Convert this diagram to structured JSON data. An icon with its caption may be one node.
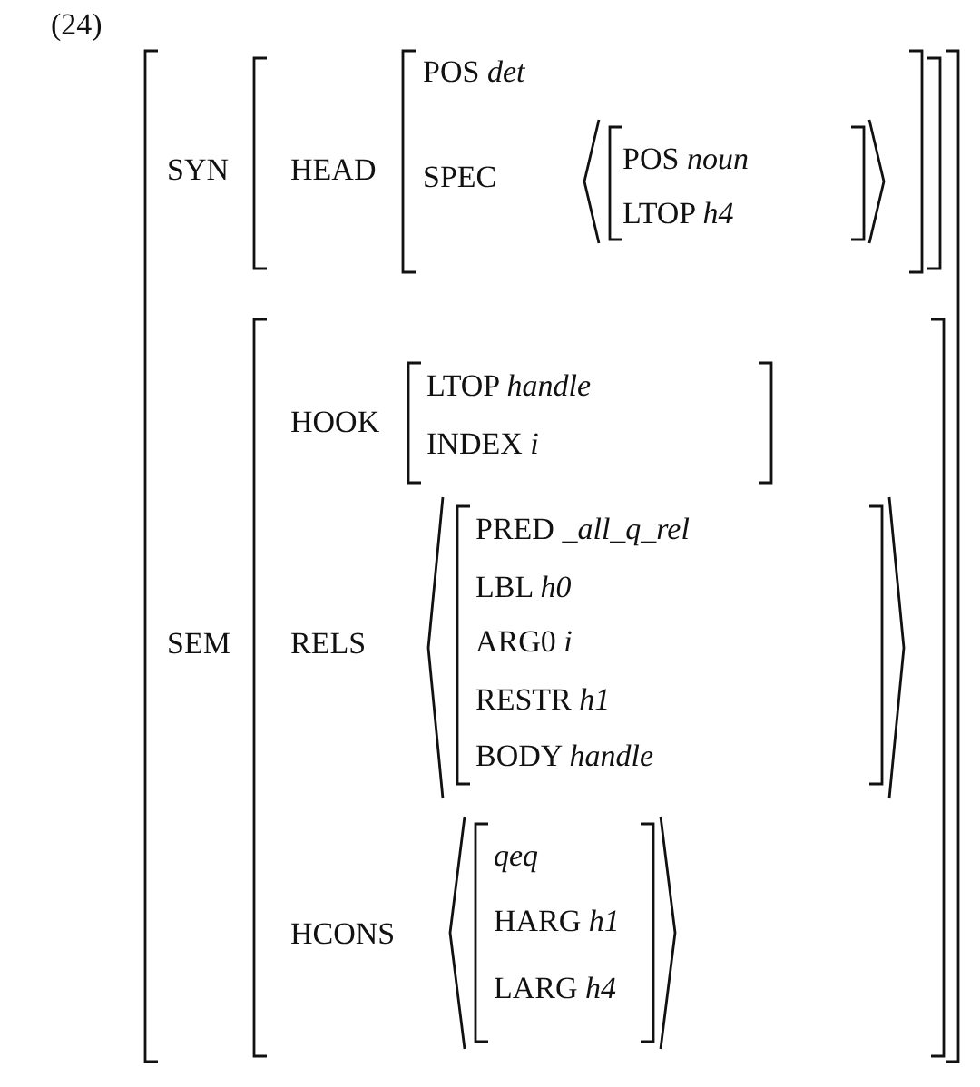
{
  "diagram": {
    "labels": [
      "(24)",
      "SYN",
      "HEAD",
      "POS *det*",
      "SPEC",
      "POS *noun*",
      "LTOP *h4*",
      "SEM",
      "HOOK",
      "LTOP *handle*",
      "INDEX *i*",
      "RELS",
      "PRED *_all_q_rel*",
      "LBL *h0*",
      "ARG0 *i*",
      "RESTR *h1*",
      "BODY *handle*",
      "HCONS",
      "qeq",
      "HARG *h1*",
      "LARG *h4*"
    ]
  }
}
